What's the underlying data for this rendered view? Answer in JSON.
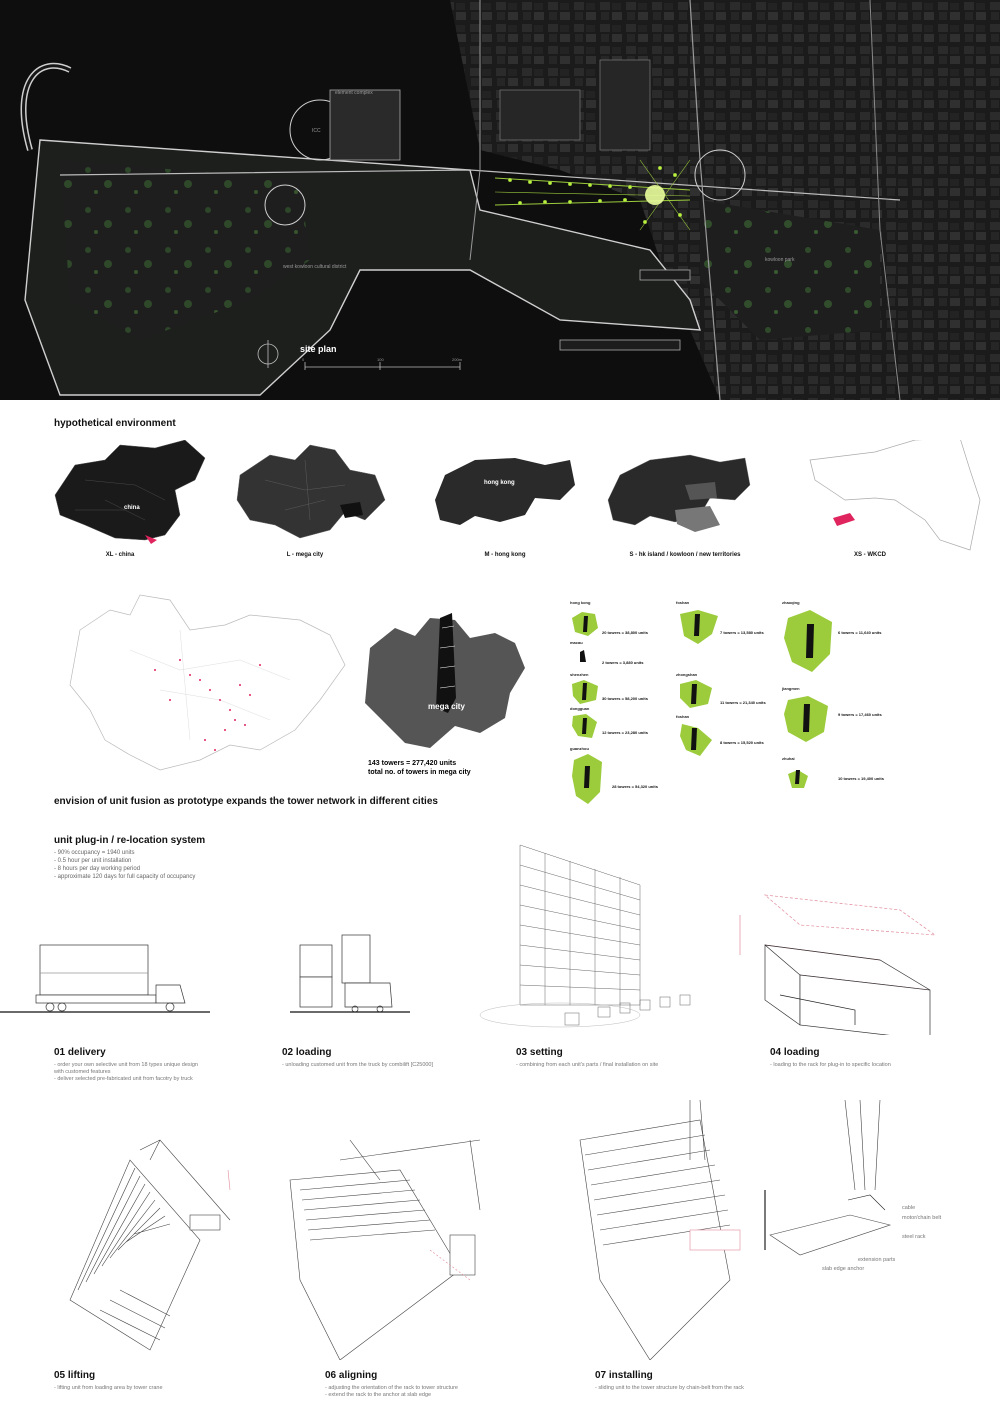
{
  "site_plan": {
    "title": "site plan",
    "labels": [
      "element complex",
      "ICC",
      "west kowloon cultural district",
      "kowloon park"
    ],
    "scale_ticks": [
      "0",
      "100",
      "200m"
    ]
  },
  "hypothetical": {
    "title": "hypothetical environment",
    "maps": [
      {
        "caption": "XL - china",
        "inner": "china"
      },
      {
        "caption": "L - mega city",
        "inner": ""
      },
      {
        "caption": "M - hong kong",
        "inner": "hong kong"
      },
      {
        "caption": "S - hk island / kowloon / new territories",
        "inner": ""
      },
      {
        "caption": "XS - WKCD",
        "inner": ""
      }
    ]
  },
  "envision": {
    "caption": "envision of unit fusion as prototype expands the tower network in different cities",
    "mega_city_label": "mega city",
    "total_line1": "143 towers = 277,420 units",
    "total_line2": "total no. of towers in mega city",
    "cities": [
      {
        "name": "hong kong",
        "total": "20 towers = 38,800 units"
      },
      {
        "name": "macau",
        "total": "2 towers = 3,880 units"
      },
      {
        "name": "shenzhen",
        "total": "30 towers = 58,200 units"
      },
      {
        "name": "dongguan",
        "total": "12 towers = 23,280 units"
      },
      {
        "name": "guanzhou",
        "total": "28 towers = 54,320 units"
      },
      {
        "name": "foshan",
        "total": "7 towers = 13,580 units"
      },
      {
        "name": "zhongshan",
        "total": "11 towers = 21,340 units"
      },
      {
        "name": "foshan",
        "total": "8 towers = 15,520 units"
      },
      {
        "name": "zhaoqing",
        "total": "6 towers = 11,640 units"
      },
      {
        "name": "jiangmen",
        "total": "9 towers = 17,460 units"
      },
      {
        "name": "zhuhai",
        "total": "10 towers = 19,400 units"
      }
    ]
  },
  "plugin": {
    "title": "unit plug-in / re-location system",
    "bullets": [
      "- 90% occupancy = 1940 units",
      "- 0.5 hour per unit installation",
      "- 8 hours per day working period",
      "- approximate 120 days for full capacity of occupancy"
    ]
  },
  "steps": [
    {
      "title": "01 delivery",
      "desc": [
        "- order your own selective unit from 18 types unique design",
        "with customed features",
        "- deliver selected pre-fabricated unit from facotry by truck"
      ]
    },
    {
      "title": "02 loading",
      "desc": [
        "- unloading customed unit from the truck by combilift [C25000]"
      ]
    },
    {
      "title": "03 setting",
      "desc": [
        "- combining from each unit's parts / final installation on site"
      ]
    },
    {
      "title": "04 loading",
      "desc": [
        "- loading to the rack for plug-in to specific location"
      ]
    },
    {
      "title": "05 lifting",
      "desc": [
        "- lifting unit from loading area by tower crane"
      ]
    },
    {
      "title": "06 aligning",
      "desc": [
        "- adjusting the orientation of the rack to tower structure",
        "- extend the rack to the anchor at slab edge"
      ]
    },
    {
      "title": "07 installing",
      "desc": [
        "- sliding unit to the tower structure by chain-belt from the rack"
      ]
    }
  ],
  "detail_labels": [
    "cable",
    "motor/chain belt",
    "steel rack",
    "extension parts",
    "slab edge anchor"
  ],
  "colors": {
    "accent_green": "#9ccc3c",
    "accent_red": "#e0245e",
    "dark_map": "#2a2a2a"
  }
}
